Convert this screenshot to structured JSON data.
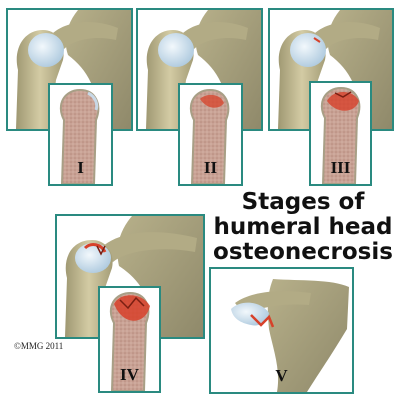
{
  "stages": [
    {
      "label": "I"
    },
    {
      "label": "II"
    },
    {
      "label": "III"
    },
    {
      "label": "IV"
    },
    {
      "label": "V"
    }
  ],
  "title": {
    "line1": "Stages of",
    "line2": "humeral head",
    "line3": "osteonecrosis"
  },
  "copyright": "©MMG 2011",
  "colors": {
    "frame": "#2a8a80",
    "bone": "#c4bc93",
    "marrow": "#c9a59b",
    "necrosis": "#d7412a",
    "cartilage": "#cfe0ee"
  }
}
